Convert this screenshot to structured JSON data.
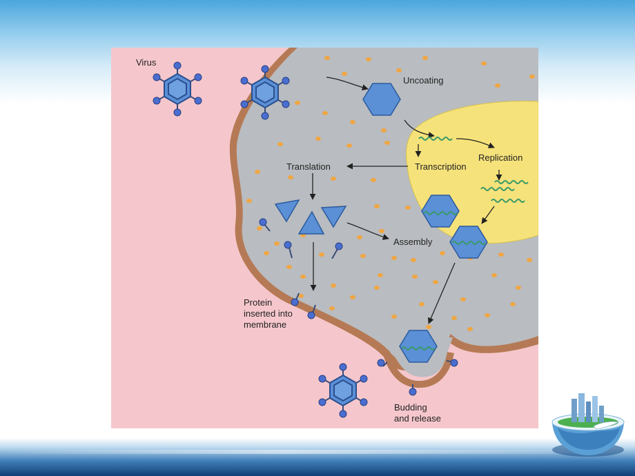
{
  "diagram": {
    "labels": {
      "virus": "Virus",
      "uncoating": "Uncoating",
      "replication": "Replication",
      "transcription": "Transcription",
      "translation": "Translation",
      "assembly": "Assembly",
      "protein_line1": "Protein",
      "protein_line2": "inserted into",
      "protein_line3": "membrane",
      "budding_line1": "Budding",
      "budding_line2": "and release"
    },
    "colors": {
      "background": "#f5c7cc",
      "cytoplasm": "#b9bcc0",
      "membrane": "#b57a55",
      "nucleus": "#f6e27a",
      "capsid": "#5b8fd6",
      "capsid_stroke": "#2a5a9e",
      "granule": "#f0a642",
      "genome": "#3a9a6a"
    }
  },
  "slide": {
    "decoration_icon": "globe-city-icon"
  }
}
